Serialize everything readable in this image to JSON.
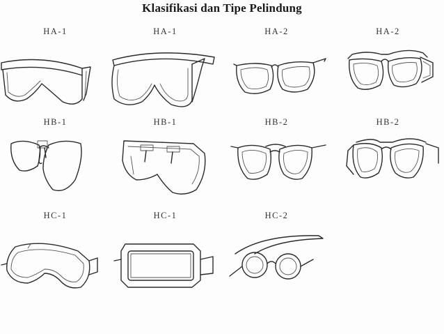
{
  "title": "Klasifikasi dan Tipe Pelindung",
  "items": [
    {
      "label": "HA-1",
      "icon": "safety-spectacles-wide-icon"
    },
    {
      "label": "HA-1",
      "icon": "overspectacle-goggles-icon"
    },
    {
      "label": "HA-2",
      "icon": "eyeglasses-icon"
    },
    {
      "label": "HA-2",
      "icon": "side-shield-glasses-icon"
    },
    {
      "label": "HB-1",
      "icon": "clip-on-lens-icon"
    },
    {
      "label": "HB-1",
      "icon": "clip-on-visor-icon"
    },
    {
      "label": "HB-2",
      "icon": "aviator-glasses-icon"
    },
    {
      "label": "HB-2",
      "icon": "aviator-side-shield-icon"
    },
    {
      "label": "HC-1",
      "icon": "chemical-goggles-icon"
    },
    {
      "label": "HC-1",
      "icon": "welding-goggles-icon"
    },
    {
      "label": "HC-2",
      "icon": "round-cup-goggles-icon"
    }
  ]
}
